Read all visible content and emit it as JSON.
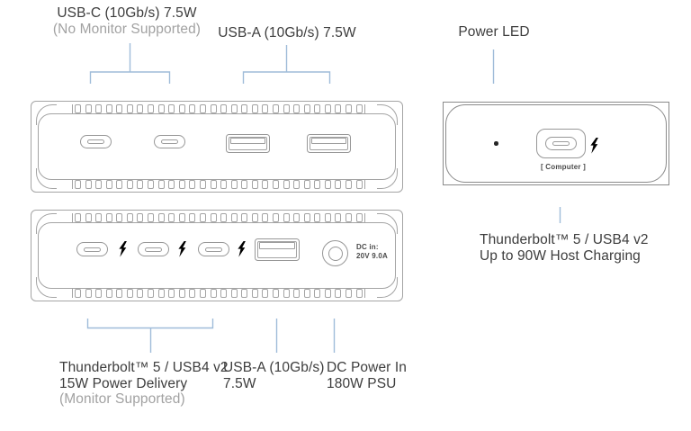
{
  "colors": {
    "text": "#3d3d3d",
    "text-muted": "#a2a2a2",
    "line-blue": "#9fbcd9",
    "line-gray": "#a4a4a4",
    "line-dark": "#8a8a8a",
    "icon": "#3a3a3a"
  },
  "labels": {
    "usbc_rear": {
      "line1": "USB-C (10Gb/s) 7.5W",
      "line2": "(No Monitor Supported)"
    },
    "usba_rear": "USB-A (10Gb/s) 7.5W",
    "power_led": "Power LED",
    "host_port": {
      "line1": "Thunderbolt™ 5 / USB4 v2",
      "line2": "Up to 90W Host Charging"
    },
    "tb_downstream": {
      "line1": "Thunderbolt™ 5 / USB4 v2",
      "line2": "15W Power Delivery",
      "line3": "(Monitor Supported)"
    },
    "usba_bottom": {
      "line1": "USB-A (10Gb/s)",
      "line2": "7.5W"
    },
    "dc_power": {
      "line1": "DC Power In",
      "line2": "180W PSU"
    }
  },
  "panel_markings": {
    "dc_in": {
      "line1": "DC in:",
      "line2": "20V 9.0A"
    },
    "computer": "[ Computer ]"
  },
  "panels": {
    "rear_top": {
      "ports": [
        "usb-c",
        "usb-c",
        "usb-a",
        "usb-a"
      ],
      "vents": 28
    },
    "rear_bottom": {
      "ports": [
        "thunderbolt-usb-c",
        "thunderbolt-usb-c",
        "thunderbolt-usb-c",
        "usb-a",
        "dc-jack"
      ],
      "vents": 28
    },
    "front": {
      "elements": [
        "power-led",
        "thunderbolt-host-port"
      ]
    }
  }
}
